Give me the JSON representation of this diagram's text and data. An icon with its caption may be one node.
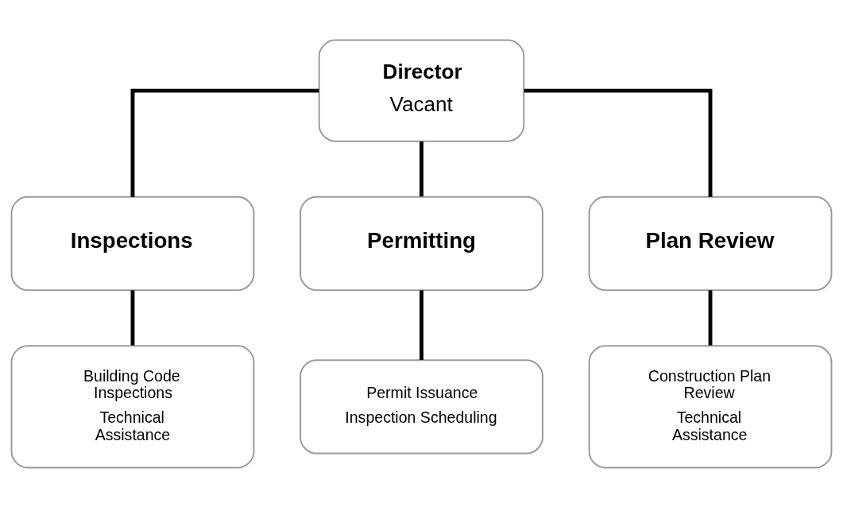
{
  "diagram": {
    "nodes": [
      {
        "text": [
          "Director",
          "Vacant"
        ]
      },
      {
        "text": [
          "Inspections"
        ]
      },
      {
        "text": [
          "Permitting"
        ]
      },
      {
        "text": [
          "Plan Review"
        ]
      },
      {
        "text": [
          "Building Code Inspections",
          "Technical Assistance"
        ]
      },
      {
        "text": [
          "Permit Issuance",
          "Inspection Scheduling"
        ]
      },
      {
        "text": [
          "Construction Plan Review",
          "Technical Assistance"
        ]
      }
    ],
    "edges": [
      {
        "from": 0,
        "to": 1,
        "arrow": "none"
      },
      {
        "from": 0,
        "to": 2,
        "arrow": "none"
      },
      {
        "from": 0,
        "to": 3,
        "arrow": "none"
      },
      {
        "from": 1,
        "to": 4,
        "arrow": "none"
      },
      {
        "from": 2,
        "to": 5,
        "arrow": "none"
      },
      {
        "from": 3,
        "to": 6,
        "arrow": "none"
      }
    ]
  }
}
